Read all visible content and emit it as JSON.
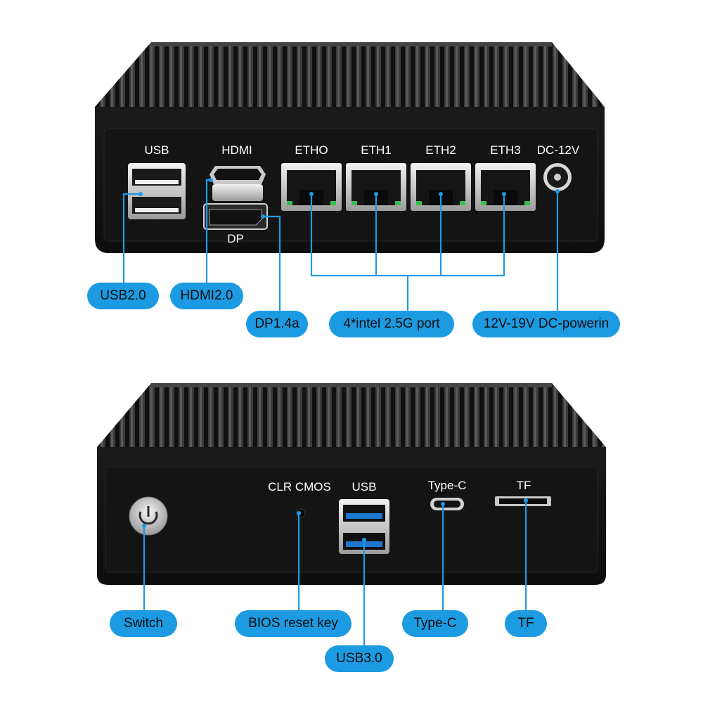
{
  "top_panel": {
    "port_labels": {
      "usb": "USB",
      "hdmi": "HDMI",
      "dp": "DP",
      "eth0": "ETHO",
      "eth1": "ETH1",
      "eth2": "ETH2",
      "eth3": "ETH3",
      "dc": "DC-12V"
    },
    "callouts": {
      "usb": "USB2.0",
      "hdmi": "HDMI2.0",
      "dp": "DP1.4a",
      "ethernet": "4*intel 2.5G port",
      "power": "12V-19V DC-powerin"
    }
  },
  "bottom_panel": {
    "port_labels": {
      "clr_cmos": "CLR CMOS",
      "usb": "USB",
      "typec": "Type-C",
      "tf": "TF"
    },
    "callouts": {
      "switch": "Switch",
      "bios": "BIOS reset key",
      "usb": "USB3.0",
      "typec": "Type-C",
      "tf": "TF"
    }
  },
  "colors": {
    "accent": "#1c9be3",
    "device_body": "#121212",
    "label_text": "#ffffff"
  }
}
